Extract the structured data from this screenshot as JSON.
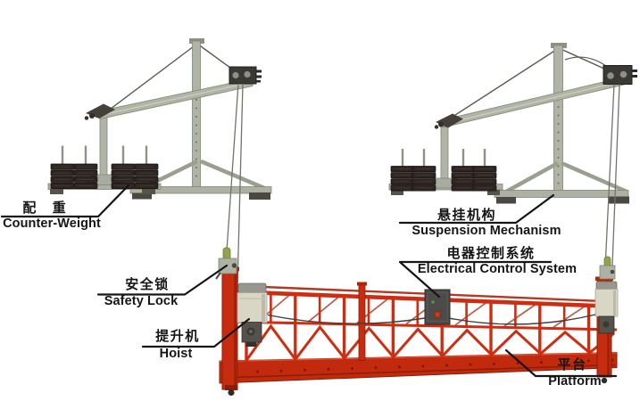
{
  "labels": {
    "counter_weight": {
      "zh": "配 重",
      "en": "Counter-Weight"
    },
    "safety_lock": {
      "zh": "安全锁",
      "en": "Safety Lock"
    },
    "hoist": {
      "zh": "提升机",
      "en": "Hoist"
    },
    "suspension_mechanism": {
      "zh": "悬挂机构",
      "en": "Suspension Mechanism"
    },
    "electrical_control_system": {
      "zh": "电器控制系统",
      "en": "Electrical Control System"
    },
    "platform": {
      "zh": "平台",
      "en": "Platform"
    }
  },
  "colors": {
    "platform_red": "#cf2d12",
    "platform_red_dark": "#8c1d06",
    "steel_gray": "#b0b4a6",
    "steel_gray_dark": "#82866f",
    "counterweight_dark": "#2e2622",
    "hoist_cream": "#d9d6c6",
    "control_box_gray": "#4c4b49",
    "leader_line_black": "#161616",
    "background": "#ffffff"
  }
}
